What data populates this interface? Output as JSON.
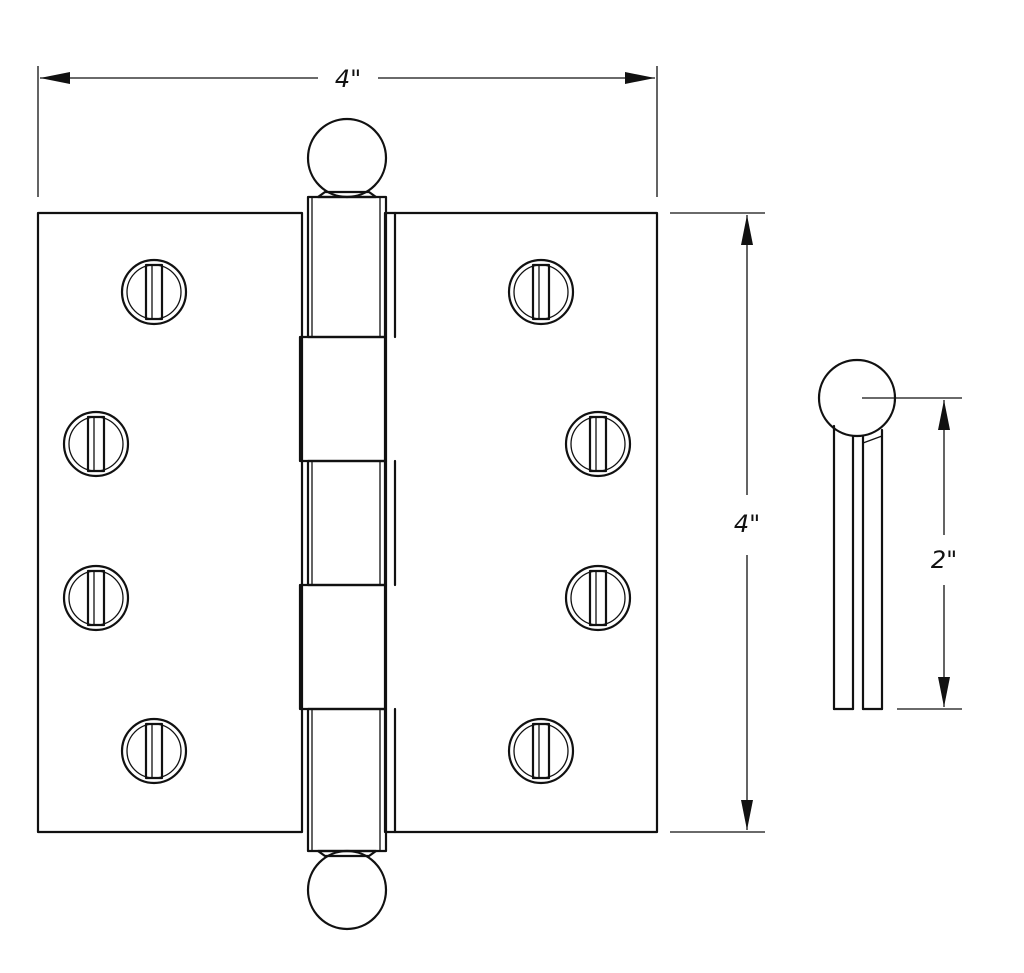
{
  "dimensions": {
    "width_label": "4\"",
    "height_label": "4\"",
    "side_label": "2\""
  },
  "colors": {
    "line": "#111111",
    "background": "#ffffff"
  },
  "screw_count": 8
}
